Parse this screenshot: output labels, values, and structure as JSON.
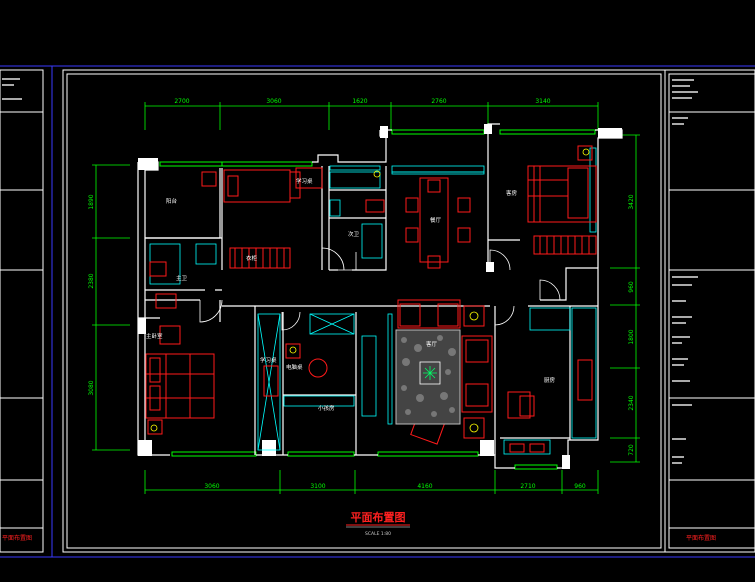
{
  "drawing": {
    "title": "平面布置图",
    "scale": "SCALE 1:80",
    "stamp": "平面布置图"
  },
  "dimensions": {
    "top": [
      "2700",
      "3060",
      "1620",
      "2760",
      "3140"
    ],
    "bottom": [
      "3060",
      "3100",
      "4160",
      "2710",
      "960"
    ],
    "left": [
      "1890",
      "2380",
      "3080"
    ],
    "right": [
      "3420",
      "960",
      "1800",
      "2340",
      "720"
    ]
  },
  "rooms": {
    "balcony": "阳台",
    "study": "学习桌",
    "bedroom_furniture": "衣柜",
    "second_bath": "次卫",
    "dining": "餐厅",
    "master_bath": "主卫",
    "guest_bed": "客房",
    "master_bed": "主卧室",
    "desk": "学习桌",
    "computer": "电脑桌",
    "kids_room": "小孩房",
    "living": "客厅",
    "kitchen": "厨房"
  },
  "colors": {
    "wall": "#ffffff",
    "dim": "#00ff00",
    "furniture": "#ff1a1a",
    "fixture": "#00ffff",
    "label": "#ffff00",
    "frame": "#3a3aff"
  }
}
